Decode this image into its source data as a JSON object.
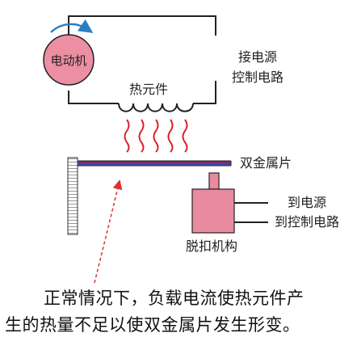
{
  "labels": {
    "motor": "电动机",
    "connect_power": "接电源",
    "control_circuit": "控制电路",
    "heating_element": "热元件",
    "bimetal": "双金属片",
    "to_power": "到电源",
    "to_control_circuit": "到控制电路",
    "trip_mechanism": "脱扣机构"
  },
  "caption": {
    "line1": "正常情况下，负载电流使热元件产",
    "line2": "生的热量不足以使双金属片发生形变。"
  },
  "colors": {
    "motor_fill": "#ec8fa3",
    "trip_fill": "#e98ba0",
    "heat_waves": "#d9232f",
    "rotation_arrow": "#2a7fc2",
    "bimetal_top": "#7a2c72",
    "bimetal_bottom": "#3f4aa6",
    "dashed_arrow": "#e03030"
  }
}
